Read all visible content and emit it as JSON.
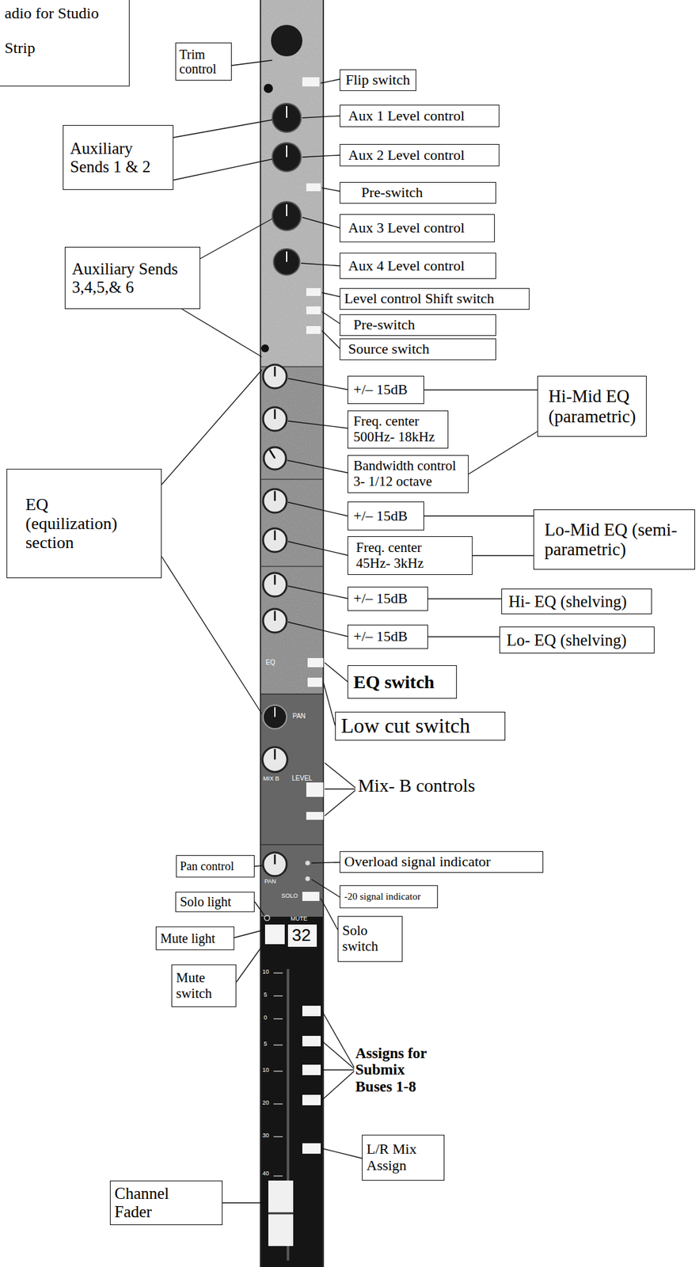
{
  "diagram": {
    "nodes": [
      {
        "text": [
          "adio for Studio",
          "Strip"
        ]
      },
      {
        "text": [
          "Trim control"
        ]
      },
      {
        "text": [
          "Flip switch"
        ]
      },
      {
        "text": [
          "Aux 1 Level control"
        ]
      },
      {
        "text": [
          "Auxiliary Sends 1 & 2"
        ]
      },
      {
        "text": [
          "Aux 2 Level control"
        ]
      },
      {
        "text": [
          "Pre-switch"
        ]
      },
      {
        "text": [
          "Aux 3 Level control"
        ]
      },
      {
        "text": [
          "Auxiliary Sends 3,4,5,& 6"
        ]
      },
      {
        "text": [
          "Aux 4 Level control"
        ]
      },
      {
        "text": [
          "Level control Shift switch"
        ]
      },
      {
        "text": [
          "Pre-switch"
        ]
      },
      {
        "text": [
          "Source switch"
        ]
      },
      {
        "text": [
          "+/– 15dB"
        ]
      },
      {
        "text": [
          "Freq. center 500Hz- 18kHz"
        ]
      },
      {
        "text": [
          "Hi-Mid EQ (parametric)"
        ]
      },
      {
        "text": [
          "Bandwidth control 3- 1/12 octave"
        ]
      },
      {
        "text": [
          "EQ (equilization) section"
        ]
      },
      {
        "text": [
          "+/– 15dB"
        ]
      },
      {
        "text": [
          "Lo-Mid EQ (semi-parametric)"
        ]
      },
      {
        "text": [
          "Freq. center 45Hz- 3kHz"
        ]
      },
      {
        "text": [
          "+/– 15dB"
        ]
      },
      {
        "text": [
          "Hi- EQ (shelving)"
        ]
      },
      {
        "text": [
          "+/– 15dB"
        ]
      },
      {
        "text": [
          "Lo- EQ (shelving)"
        ]
      },
      {
        "text": [
          "EQ switch"
        ]
      },
      {
        "text": [
          "Low cut switch"
        ]
      },
      {
        "text": [
          "Pan control"
        ]
      },
      {
        "text": [
          "Overload signal indicator"
        ]
      },
      {
        "text": [
          "Solo light"
        ]
      },
      {
        "text": [
          "-20 signal indicator"
        ]
      },
      {
        "text": [
          "Mute light"
        ]
      },
      {
        "text": [
          "Solo switch"
        ]
      },
      {
        "text": [
          "Mute switch"
        ]
      },
      {
        "text": [
          "L/R Mix Assign"
        ]
      },
      {
        "text": [
          "Channel Fader"
        ]
      }
    ],
    "edges": [
      {
        "from": 13,
        "to": 15,
        "arrow": "none"
      },
      {
        "from": 16,
        "to": 15,
        "arrow": "none"
      },
      {
        "from": 18,
        "to": 19,
        "arrow": "none"
      },
      {
        "from": 20,
        "to": 19,
        "arrow": "none"
      },
      {
        "from": 21,
        "to": 22,
        "arrow": "none"
      },
      {
        "from": 23,
        "to": 24,
        "arrow": "none"
      }
    ],
    "labels": [
      "Mix- B controls",
      "Assigns for Submix Buses 1-8",
      "32",
      "MUTE",
      "PAN",
      "LEVEL",
      "PAN",
      "SOLO",
      "EQ",
      "MIX B",
      "10",
      "5",
      "0",
      "5",
      "10",
      "20",
      "30",
      "40"
    ]
  }
}
